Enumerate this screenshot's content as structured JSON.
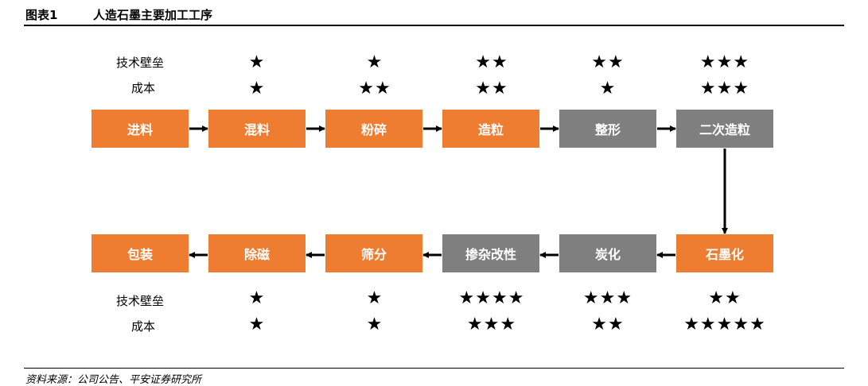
{
  "figure": {
    "label": "图表1",
    "title": "人造石墨主要加工工序",
    "source": "资料来源：公司公告、平安证券研究所"
  },
  "row_labels": {
    "barrier": "技术壁垒",
    "cost": "成本"
  },
  "colors": {
    "orange": "#ee7d31",
    "gray": "#7f7f7f"
  },
  "top_flow": [
    {
      "name": "进料",
      "color": "orange",
      "barrier": "",
      "cost": ""
    },
    {
      "name": "混料",
      "color": "orange",
      "barrier": "★",
      "cost": "★"
    },
    {
      "name": "粉碎",
      "color": "orange",
      "barrier": "★",
      "cost": "★★"
    },
    {
      "name": "造粒",
      "color": "orange",
      "barrier": "★★",
      "cost": "★★"
    },
    {
      "name": "整形",
      "color": "gray",
      "barrier": "★★",
      "cost": "★"
    },
    {
      "name": "二次造粒",
      "color": "gray",
      "barrier": "★★★",
      "cost": "★★★"
    }
  ],
  "bottom_flow": [
    {
      "name": "包装",
      "color": "orange",
      "barrier": "",
      "cost": ""
    },
    {
      "name": "除磁",
      "color": "orange",
      "barrier": "★",
      "cost": "★"
    },
    {
      "name": "筛分",
      "color": "orange",
      "barrier": "★",
      "cost": "★"
    },
    {
      "name": "掺杂改性",
      "color": "gray",
      "barrier": "★★★★",
      "cost": "★★★"
    },
    {
      "name": "炭化",
      "color": "gray",
      "barrier": "★★★",
      "cost": "★★"
    },
    {
      "name": "石墨化",
      "color": "orange",
      "barrier": "★★",
      "cost": "★★★★★"
    }
  ]
}
